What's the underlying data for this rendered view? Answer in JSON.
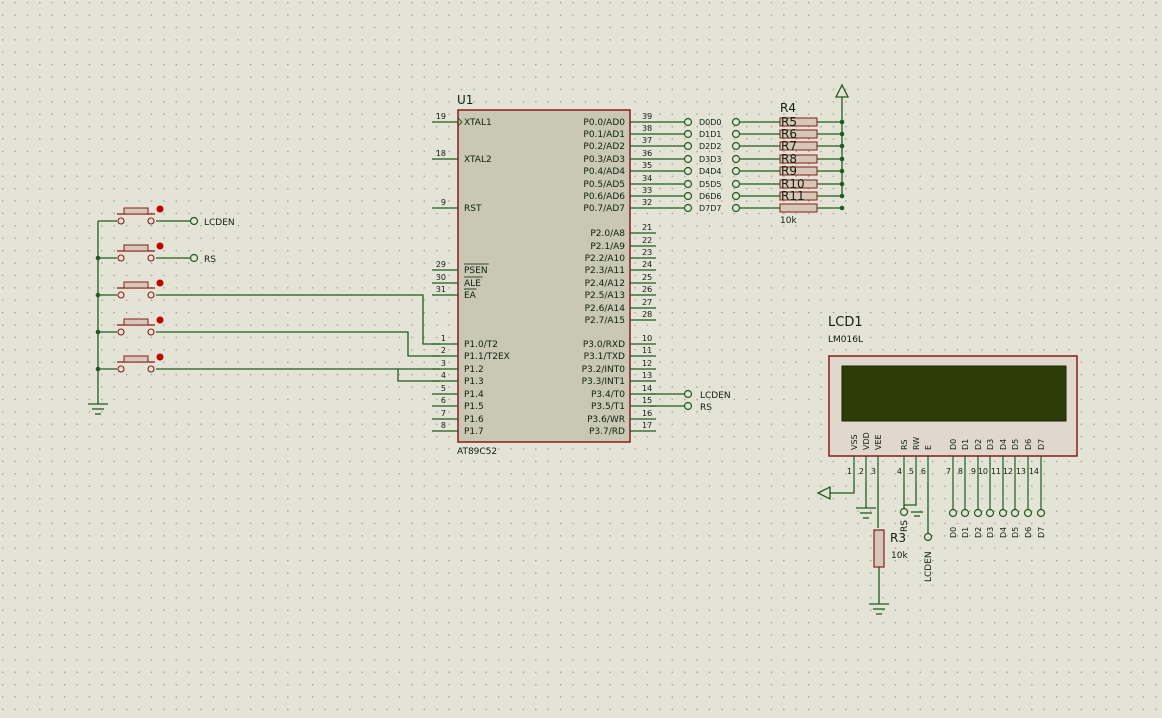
{
  "colors": {
    "background": "#e3e3d6",
    "grid_dot": "#9a9a8c",
    "wire": "#215b21",
    "component_outline": "#8b1a1a",
    "chip_fill": "#c8c8b4",
    "resistor_fill": "#d6c8b8",
    "lcd_body": "#e0d8cc",
    "lcd_screen": "#2d3d07",
    "text": "#102010",
    "button_dot": "#c00000"
  },
  "mcu": {
    "ref": "U1",
    "part": "AT89C52",
    "left_pins": [
      {
        "num": "19",
        "name": "XTAL1"
      },
      {
        "num": "18",
        "name": "XTAL2"
      },
      {
        "num": "9",
        "name": "RST"
      },
      {
        "num": "29",
        "name": "PSEN"
      },
      {
        "num": "30",
        "name": "ALE"
      },
      {
        "num": "31",
        "name": "EA"
      },
      {
        "num": "1",
        "name": "P1.0/T2"
      },
      {
        "num": "2",
        "name": "P1.1/T2EX"
      },
      {
        "num": "3",
        "name": "P1.2"
      },
      {
        "num": "4",
        "name": "P1.3"
      },
      {
        "num": "5",
        "name": "P1.4"
      },
      {
        "num": "6",
        "name": "P1.5"
      },
      {
        "num": "7",
        "name": "P1.6"
      },
      {
        "num": "8",
        "name": "P1.7"
      }
    ],
    "right_pins": [
      {
        "num": "39",
        "name": "P0.0/AD0"
      },
      {
        "num": "38",
        "name": "P0.1/AD1"
      },
      {
        "num": "37",
        "name": "P0.2/AD2"
      },
      {
        "num": "36",
        "name": "P0.3/AD3"
      },
      {
        "num": "35",
        "name": "P0.4/AD4"
      },
      {
        "num": "34",
        "name": "P0.5/AD5"
      },
      {
        "num": "33",
        "name": "P0.6/AD6"
      },
      {
        "num": "32",
        "name": "P0.7/AD7"
      },
      {
        "num": "21",
        "name": "P2.0/A8"
      },
      {
        "num": "22",
        "name": "P2.1/A9"
      },
      {
        "num": "23",
        "name": "P2.2/A10"
      },
      {
        "num": "24",
        "name": "P2.3/A11"
      },
      {
        "num": "25",
        "name": "P2.4/A12"
      },
      {
        "num": "26",
        "name": "P2.5/A13"
      },
      {
        "num": "27",
        "name": "P2.6/A14"
      },
      {
        "num": "28",
        "name": "P2.7/A15"
      },
      {
        "num": "10",
        "name": "P3.0/RXD"
      },
      {
        "num": "11",
        "name": "P3.1/TXD"
      },
      {
        "num": "12",
        "name": "P3.2/INT0"
      },
      {
        "num": "13",
        "name": "P3.3/INT1"
      },
      {
        "num": "14",
        "name": "P3.4/T0"
      },
      {
        "num": "15",
        "name": "P3.5/T1"
      },
      {
        "num": "16",
        "name": "P3.6/WR"
      },
      {
        "num": "17",
        "name": "P3.7/RD"
      }
    ]
  },
  "data_terminals": [
    "D0D0",
    "D1D1",
    "D2D2",
    "D3D3",
    "D4D4",
    "D5D5",
    "D6D6",
    "D7D7"
  ],
  "resistor_network": {
    "title": "R4",
    "refs": [
      "R5",
      "R6",
      "R7",
      "R8",
      "R9",
      "R10",
      "R11"
    ],
    "value": "10k"
  },
  "mcu_terminals": [
    "LCDEN",
    "RS"
  ],
  "switch_terminals": [
    "LCDEN",
    "RS"
  ],
  "lcd": {
    "ref": "LCD1",
    "part": "LM016L",
    "pin_names": [
      "VSS",
      "VDD",
      "VEE",
      "RS",
      "RW",
      "E",
      "D0",
      "D1",
      "D2",
      "D3",
      "D4",
      "D5",
      "D6",
      "D7"
    ],
    "pin_numbers": [
      "1",
      "2",
      "3",
      "4",
      "5",
      "6",
      "7",
      "8",
      "9",
      "10",
      "11",
      "12",
      "13",
      "14"
    ],
    "bottom_terminals": [
      "RS",
      "LCDEN",
      "D0",
      "D1",
      "D2",
      "D3",
      "D4",
      "D5",
      "D6",
      "D7"
    ]
  },
  "contrast_resistor": {
    "ref": "R3",
    "value": "10k"
  }
}
